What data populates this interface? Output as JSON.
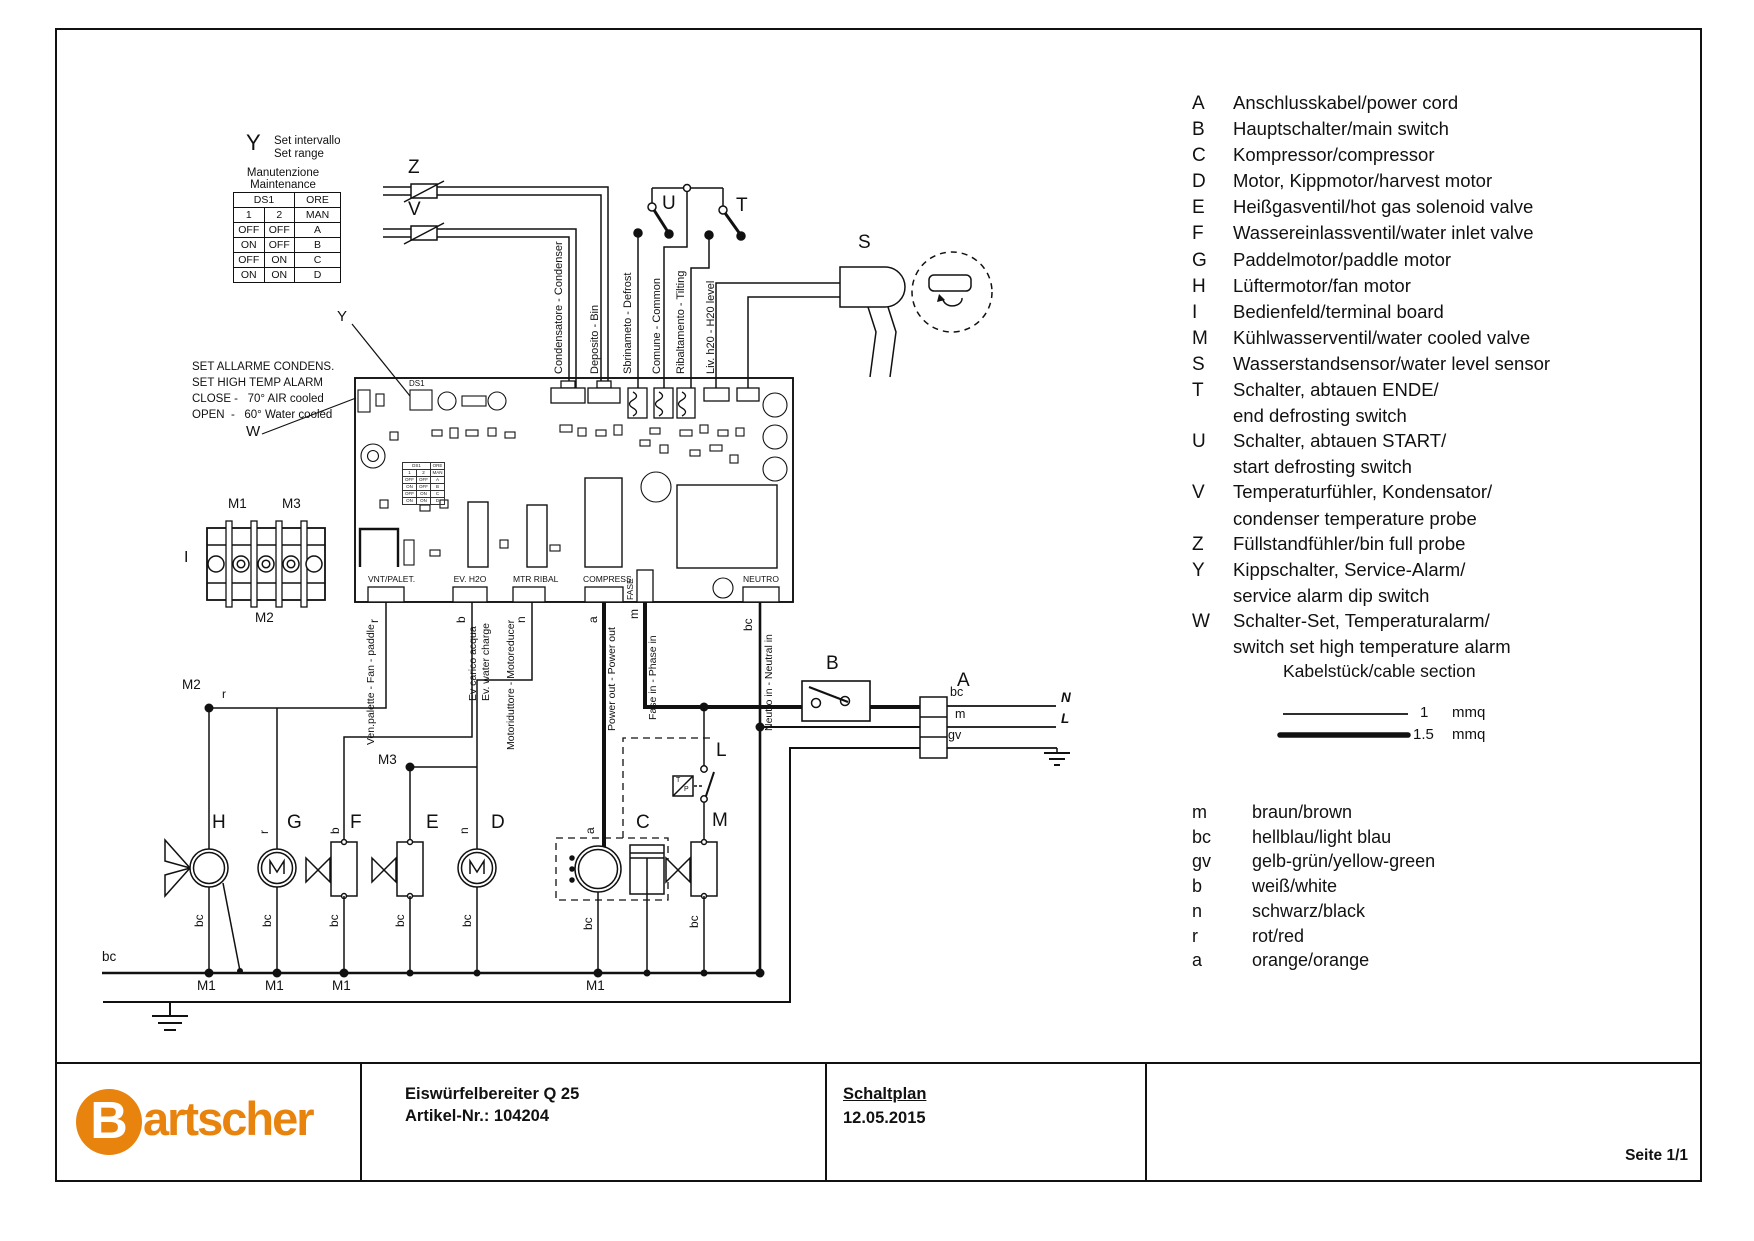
{
  "brand": {
    "b": "B",
    "rest": "artscher",
    "orange": "#e8830d"
  },
  "title_block": {
    "product": "Eiswürfelbereiter Q 25",
    "article": "Artikel-Nr.: 104204",
    "doc": "Schaltplan",
    "date": "12.05.2015",
    "page": "Seite 1/1"
  },
  "legend": {
    "rows": [
      {
        "l": "A",
        "t": "Anschlusskabel/power cord"
      },
      {
        "l": "B",
        "t": "Hauptschalter/main switch"
      },
      {
        "l": "C",
        "t": "Kompressor/compressor"
      },
      {
        "l": "D",
        "t": "Motor, Kippmotor/harvest motor"
      },
      {
        "l": "E",
        "t": "Heißgasventil/hot gas solenoid valve"
      },
      {
        "l": "F",
        "t": "Wassereinlassventil/water inlet valve"
      },
      {
        "l": "G",
        "t": "Paddelmotor/paddle motor"
      },
      {
        "l": "H",
        "t": "Lüftermotor/fan motor"
      },
      {
        "l": "I",
        "t": "Bedienfeld/terminal board"
      },
      {
        "l": "M",
        "t": "Kühlwasserventil/water cooled valve"
      },
      {
        "l": "S",
        "t": "Wasserstandsensor/water level sensor"
      },
      {
        "l": "T",
        "t": "Schalter, abtauen ENDE/"
      },
      {
        "l": "",
        "t": "end defrosting switch"
      },
      {
        "l": "U",
        "t": "Schalter, abtauen START/"
      },
      {
        "l": "",
        "t": "start defrosting switch"
      },
      {
        "l": "V",
        "t": "Temperaturfühler, Kondensator/"
      },
      {
        "l": "",
        "t": "condenser temperature probe"
      },
      {
        "l": "Z",
        "t": "Füllstandfühler/bin full probe"
      },
      {
        "l": "Y",
        "t": "Kippschalter, Service-Alarm/"
      },
      {
        "l": "",
        "t": "service alarm dip switch"
      },
      {
        "l": "W",
        "t": "Schalter-Set, Temperaturalarm/"
      },
      {
        "l": "",
        "t": "switch set high temperature alarm"
      }
    ]
  },
  "cable_section": {
    "title": "Kabelstück/cable section",
    "thin_value": "1",
    "thin_unit": "mmq",
    "thick_value": "1.5",
    "thick_unit": "mmq"
  },
  "wire_colors": {
    "rows": [
      {
        "c": "m",
        "n": "braun/brown"
      },
      {
        "c": "bc",
        "n": "hellblau/light blau"
      },
      {
        "c": "gv",
        "n": "gelb-grün/yellow-green"
      },
      {
        "c": "b",
        "n": "weiß/white"
      },
      {
        "c": "n",
        "n": "schwarz/black"
      },
      {
        "c": "r",
        "n": "rot/red"
      },
      {
        "c": "a",
        "n": "orange/orange"
      }
    ]
  },
  "set_range": {
    "letter": "Y",
    "l1": "Set intervallo",
    "l2": "Set range"
  },
  "maintenance": {
    "t1": "Manutenzione",
    "t2": "Maintenance",
    "ds1": "DS1",
    "ore": "ORE",
    "one": "1",
    "two": "2",
    "man": "MAN",
    "rows": [
      [
        "OFF",
        "OFF",
        "A"
      ],
      [
        "ON",
        "OFF",
        "B"
      ],
      [
        "OFF",
        "ON",
        "C"
      ],
      [
        "ON",
        "ON",
        "D"
      ]
    ]
  },
  "alarm_note": {
    "l1": "SET ALLARME CONDENS.",
    "l2": "SET HIGH TEMP ALARM",
    "l3": "CLOSE -   70° AIR cooled",
    "l4": "OPEN  -   60° Water cooled"
  },
  "board": {
    "ds1": "DS1",
    "top_labels": [
      "Condensatore - Condenser",
      "Deposito - Bin",
      "Sbrinameto - Defrost",
      "Comune - Common",
      "Ribaltamento - Tilting",
      "Liv. h20 - H20 level"
    ],
    "bottom_labels": [
      "VNT/PALET.",
      "EV. H2O",
      "MTR RIBAL",
      "COMPRESS",
      "FASE",
      "NEUTRO"
    ]
  },
  "wires": {
    "r": "r",
    "b": "b",
    "n": "n",
    "a": "a",
    "m": "m",
    "bc": "bc",
    "gv": "gv",
    "ven": "Ven.palette - Fan - paddle",
    "ev1": "Ev carico acqua",
    "ev2": "Ev. water charge",
    "mot": "Motoriduttore - Motoreducer",
    "pow": "Power out - Power out",
    "fase": "Fase in - Phase in",
    "neutro": "Neutro in - Neutral in",
    "m1": "M1",
    "m2": "M2",
    "m3": "M3",
    "N": "N",
    "L": "L"
  },
  "refs": {
    "A": "A",
    "B": "B",
    "C": "C",
    "D": "D",
    "E": "E",
    "F": "F",
    "G": "G",
    "H": "H",
    "I": "I",
    "L": "L",
    "M": "M",
    "S": "S",
    "T": "T",
    "U": "U",
    "V": "V",
    "W": "W",
    "Y": "Y",
    "Z": "Z",
    "tp_t": "T",
    "tp_p": "P"
  }
}
